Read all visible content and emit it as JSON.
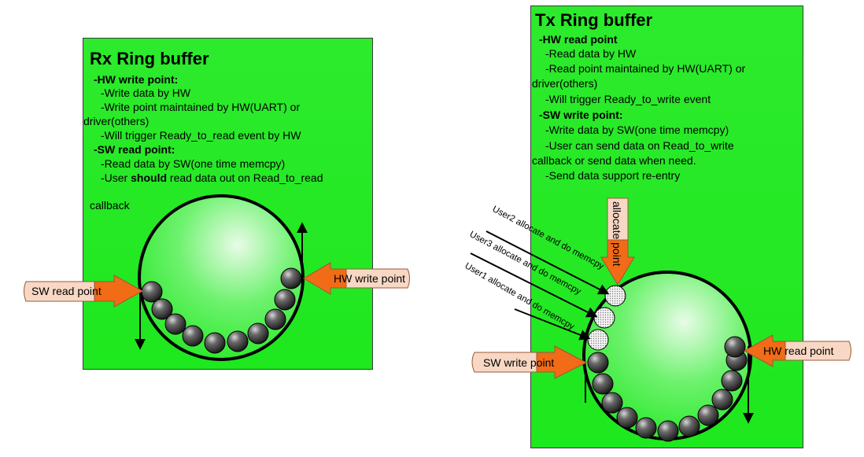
{
  "rx": {
    "title": "Rx Ring buffer",
    "lines": [
      "-HW write point:",
      "-Write data by HW",
      "-Write point maintained by HW(UART) or",
      "driver(others)",
      "-Will trigger Ready_to_read event by HW",
      "-SW read point:",
      "-Read data by SW(one time memcpy)",
      "-User ",
      "should",
      " read data out on Read_to_read",
      "callback"
    ],
    "sw_read_label": "SW read point",
    "hw_write_label": "HW write point"
  },
  "tx": {
    "title": "Tx Ring buffer",
    "lines": [
      "-HW read point",
      "-Read data by HW",
      "-Read point maintained by HW(UART) or",
      "driver(others)",
      "-Will trigger Ready_to_write event",
      "-SW write point:",
      "-Write data by SW(one time memcpy)",
      "-User can send data on Read_to_write",
      "callback or send data when need.",
      "-Send data support re-entry"
    ],
    "allocate_label": "allocate point",
    "user2_label": "User2 allocate and do memcpy",
    "user3_label": "User3 allocate and do memcpy",
    "user1_label": "User1 allocate and do memcpy",
    "sw_write_label": "SW write point",
    "hw_read_label": "HW read point"
  },
  "colors": {
    "panel_green": "#22e822",
    "arrow_orange": "#f26b16",
    "label_peach": "#f8d8c4",
    "ball_dark": "#2a2a2a"
  }
}
